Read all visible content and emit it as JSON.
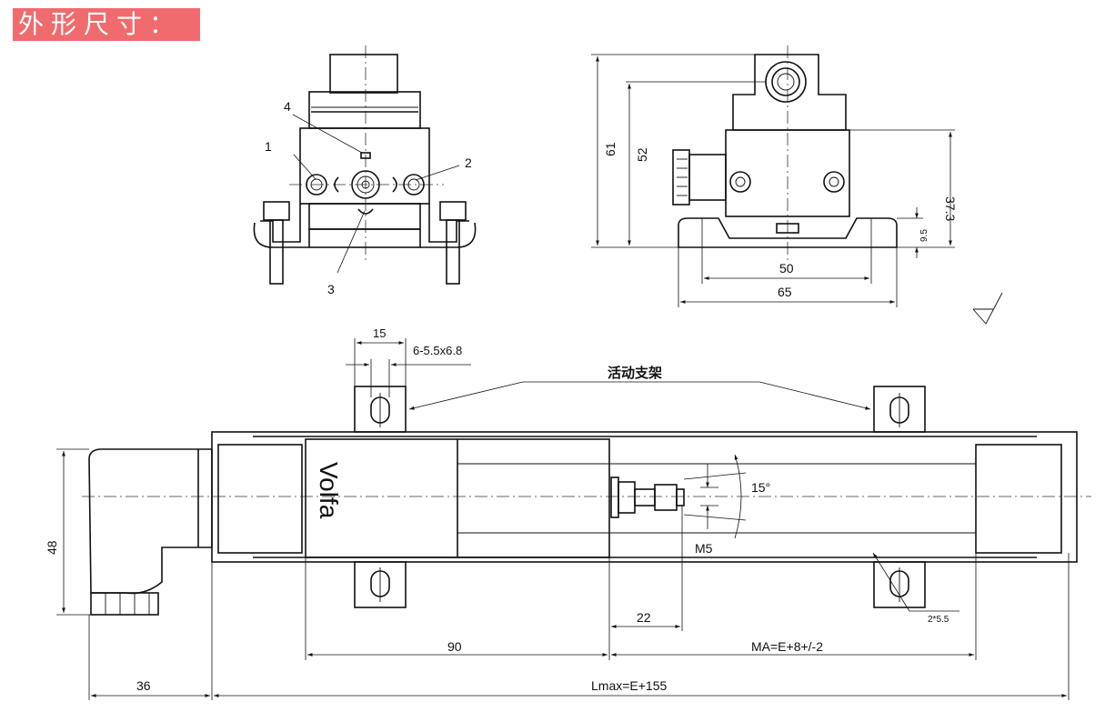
{
  "banner_title": "外形尺寸：",
  "callouts": {
    "c1": "1",
    "c2": "2",
    "c3": "3",
    "c4": "4"
  },
  "side_dims": {
    "h61": "61",
    "h52": "52",
    "h37": "37.3",
    "h9": "9.5",
    "w50": "50",
    "w65": "65"
  },
  "top_dims": {
    "w15": "15",
    "holes": "6-5.5x6.8",
    "bracket_label": "活动支架"
  },
  "main_dims": {
    "h48": "48",
    "angle": "15°",
    "thread": "M5",
    "d22": "22",
    "d90": "90",
    "ma": "MA=E+8+/-2",
    "w36": "36",
    "lmax": "Lmax=E+155",
    "hole": "2*5.5"
  },
  "brand": "Volfa"
}
